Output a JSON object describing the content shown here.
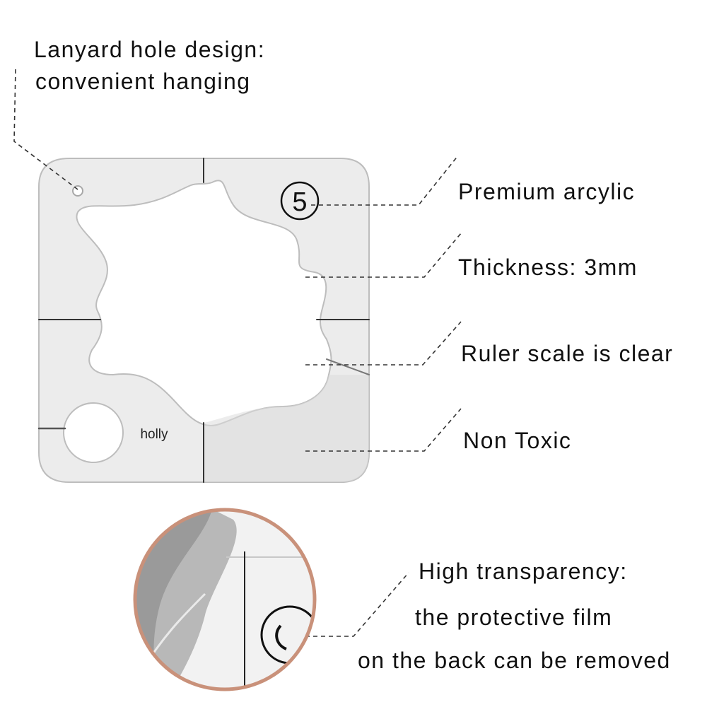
{
  "callouts": {
    "lanyard_line1": "Lanyard hole design:",
    "lanyard_line2": "convenient hanging",
    "premium": "Premium arcylic",
    "thickness": "Thickness: 3mm",
    "ruler": "Ruler scale is clear",
    "toxic": "Non Toxic",
    "transparency_line1": "High transparency:",
    "transparency_line2": "the protective film",
    "transparency_line3": "on the back can be removed"
  },
  "template": {
    "number": "5",
    "brand": "holly"
  },
  "colors": {
    "acrylic": "#ececec",
    "acrylic_edge": "#bdbdbd",
    "zoom_ring": "#c9917a",
    "leader_line": "#333333"
  }
}
